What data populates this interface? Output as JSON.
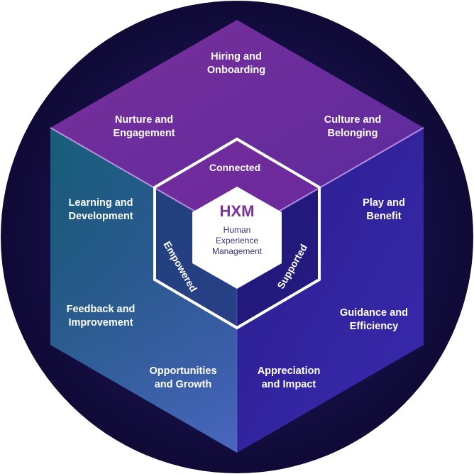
{
  "colors": {
    "background_outer": "#0f0a36",
    "background_inner": "#2a1a6e",
    "top_face_start": "#7a2f9a",
    "top_face_end": "#5a2a9e",
    "left_face_start": "#175e7a",
    "left_face_end": "#3f5fb8",
    "right_face_start": "#2a1d8c",
    "right_face_end": "#3a2ab0",
    "accent_purple": "#7a2f9a",
    "hexagon_line": "#ffffff",
    "hxm_text": "#7b2f98",
    "subtext": "#3f2f7a"
  },
  "center": {
    "title": "HXM",
    "subtitle_lines": [
      "Human",
      "Experience",
      "Management"
    ]
  },
  "ring": {
    "top": "Connected",
    "left": "Empowered",
    "right": "Supported"
  },
  "segments": {
    "top": [
      [
        "Hiring and",
        "Onboarding"
      ],
      [
        "Nurture and",
        "Engagement"
      ],
      [
        "Culture and",
        "Belonging"
      ]
    ],
    "left": [
      [
        "Learning and",
        "Development"
      ],
      [
        "Feedback and",
        "Improvement"
      ],
      [
        "Opportunities",
        "and Growth"
      ]
    ],
    "right": [
      [
        "Play and",
        "Benefit"
      ],
      [
        "Guidance and",
        "Efficiency"
      ],
      [
        "Appreciation",
        "and Impact"
      ]
    ]
  }
}
